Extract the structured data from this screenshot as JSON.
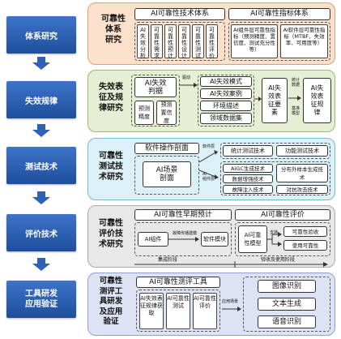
{
  "stages": [
    "体系研究",
    "失效规律",
    "测试技术",
    "评价技术",
    "工具研发\n应用验证"
  ],
  "row1": {
    "title": "可靠性\n体系\n研究",
    "tech_header": "AI可靠性技术体系",
    "tech_cells": [
      "AI失效分析",
      "可靠性需求",
      "可靠性预计",
      "可靠性设计",
      "可靠性测试",
      "可靠性评价"
    ],
    "metric_header": "AI可靠性指标体系",
    "metric_cells": [
      "AI组件层可靠性指标（预测精度、置信度、测试充分性等）",
      "AI软件层可靠性指标（MTBF、失效率、可用度等）"
    ]
  },
  "row2": {
    "title": "失效表\n征及规\n律研究",
    "judge": "AI失效\n判据",
    "small1": "预测\n精度",
    "small2": "预测\n置信\n度",
    "arrow_label": "驱动",
    "items": [
      "AI失效模式",
      "AI失效案例",
      "环境描述",
      "领域数据集"
    ],
    "repr": "AI失\n效表\n征要\n素",
    "label_top": "统计\n数据",
    "label_bot": "基准\n模型",
    "law": "AI失\n效表\n征规\n律"
  },
  "row3": {
    "title": "可靠性\n测试技\n术研究",
    "header": "软件操作剖面",
    "scene": "AI场景\n剖面",
    "label1": "软件层",
    "label2": "AI\n组件层",
    "soft_items": [
      "统计测试技术",
      "功能测试技术"
    ],
    "comp_items": [
      "AIGC生成技术",
      "分布外样本生成技术",
      "数据增强技术",
      "故障注入技术",
      "对抗攻击技术"
    ]
  },
  "row4": {
    "title": "可靠性\n评价技\n术研究",
    "early_header": "AI可靠性早期预计",
    "comp": "AI组件",
    "link_label": "故障传播建模",
    "soft_module": "软件模块",
    "eval_header": "AI可靠性评价",
    "model": "AI可靠\n性模型",
    "support": "支持",
    "eval_items": [
      "可靠性验收",
      "使用可靠性"
    ],
    "stage1": "集成阶段",
    "stage2": "验收及使用阶段"
  },
  "row5": {
    "title": "可靠性\n测评工\n具研发\n及应用\n验证",
    "tool_header": "AI可靠性测评工具",
    "tools": [
      "AI失效表征规律获取",
      "AI可靠性测试",
      "AI可靠性评价"
    ],
    "scene_label": "应用场景",
    "apps": [
      "图像识别",
      "文本生成",
      "语音识别"
    ]
  }
}
